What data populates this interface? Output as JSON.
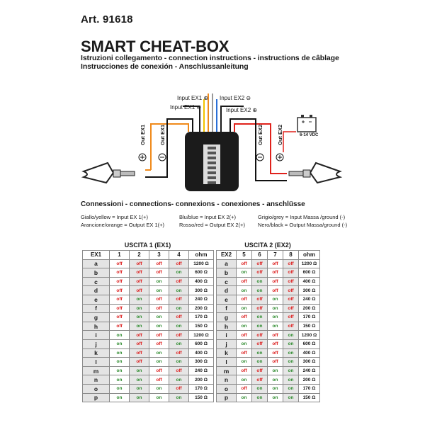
{
  "header": {
    "article": "Art. 91618",
    "title": "SMART CHEAT-BOX",
    "subtitle_1": "Istruzioni collegamento - connection instructions - instructions de câblage",
    "subtitle_2": "Instrucciones de conexión - Anschlussanleitung"
  },
  "diagram": {
    "input_ex1_plus": "Input EX1",
    "input_ex1_minus": "Input EX1",
    "input_ex2_minus": "Input EX2",
    "input_ex2_plus": "Input EX2",
    "out_ex1_a": "Out EX1",
    "out_ex1_b": "Out EX1",
    "out_ex2_a": "Out EX2",
    "out_ex2_b": "Out EX2",
    "plus": "⊕",
    "minus": "⊖",
    "battery_label": "6-14 VDC"
  },
  "connections": {
    "title": "Connessioni - connections- connexions - conexiones - anschlüsse",
    "col1": [
      "Giallo/yellow = Input EX 1(+)",
      "Arancione/orange = Output EX 1(+)"
    ],
    "col2": [
      "Blu/blue = Input EX 2(+)",
      "Rosso/red = Output EX 2(+)"
    ],
    "col3": [
      "Grigio/grey = Input Massa /ground (-)",
      "Nero/black = Output Massa/ground (-)"
    ]
  },
  "table1": {
    "title": "USCITA 1 (EX1)",
    "headers": [
      "EX1",
      "1",
      "2",
      "3",
      "4",
      "ohm"
    ],
    "rows": [
      [
        "a",
        "off",
        "off",
        "off",
        "off",
        "1200 Ω"
      ],
      [
        "b",
        "off",
        "off",
        "off",
        "on",
        "600 Ω"
      ],
      [
        "c",
        "off",
        "off",
        "on",
        "off",
        "400 Ω"
      ],
      [
        "d",
        "off",
        "off",
        "on",
        "on",
        "300 Ω"
      ],
      [
        "e",
        "off",
        "on",
        "off",
        "off",
        "240 Ω"
      ],
      [
        "f",
        "off",
        "on",
        "off",
        "on",
        "200 Ω"
      ],
      [
        "g",
        "off",
        "on",
        "on",
        "off",
        "170 Ω"
      ],
      [
        "h",
        "off",
        "on",
        "on",
        "on",
        "150 Ω"
      ],
      [
        "i",
        "on",
        "off",
        "off",
        "off",
        "1200 Ω"
      ],
      [
        "j",
        "on",
        "off",
        "off",
        "on",
        "600 Ω"
      ],
      [
        "k",
        "on",
        "off",
        "on",
        "off",
        "400 Ω"
      ],
      [
        "l",
        "on",
        "off",
        "on",
        "on",
        "300 Ω"
      ],
      [
        "m",
        "on",
        "on",
        "off",
        "off",
        "240 Ω"
      ],
      [
        "n",
        "on",
        "on",
        "off",
        "on",
        "200 Ω"
      ],
      [
        "o",
        "on",
        "on",
        "on",
        "off",
        "170 Ω"
      ],
      [
        "p",
        "on",
        "on",
        "on",
        "on",
        "150 Ω"
      ]
    ]
  },
  "table2": {
    "title": "USCITA 2 (EX2)",
    "headers": [
      "EX2",
      "5",
      "6",
      "7",
      "8",
      "ohm"
    ],
    "rows": [
      [
        "a",
        "off",
        "off",
        "off",
        "off",
        "1200 Ω"
      ],
      [
        "b",
        "on",
        "off",
        "off",
        "off",
        "600 Ω"
      ],
      [
        "c",
        "off",
        "on",
        "off",
        "off",
        "400 Ω"
      ],
      [
        "d",
        "on",
        "on",
        "off",
        "off",
        "300 Ω"
      ],
      [
        "e",
        "off",
        "off",
        "on",
        "off",
        "240 Ω"
      ],
      [
        "f",
        "on",
        "off",
        "on",
        "off",
        "200 Ω"
      ],
      [
        "g",
        "off",
        "on",
        "on",
        "off",
        "170 Ω"
      ],
      [
        "h",
        "on",
        "on",
        "on",
        "off",
        "150 Ω"
      ],
      [
        "i",
        "off",
        "off",
        "off",
        "on",
        "1200 Ω"
      ],
      [
        "j",
        "on",
        "off",
        "off",
        "on",
        "600 Ω"
      ],
      [
        "k",
        "off",
        "on",
        "off",
        "on",
        "400 Ω"
      ],
      [
        "l",
        "on",
        "on",
        "off",
        "on",
        "300 Ω"
      ],
      [
        "m",
        "off",
        "off",
        "on",
        "on",
        "240 Ω"
      ],
      [
        "n",
        "on",
        "off",
        "on",
        "on",
        "200 Ω"
      ],
      [
        "o",
        "off",
        "on",
        "on",
        "on",
        "170 Ω"
      ],
      [
        "p",
        "on",
        "on",
        "on",
        "on",
        "150 Ω"
      ]
    ]
  },
  "colors": {
    "on": "#2e8b2e",
    "off": "#dd2222",
    "wire_yellow": "#f2c200",
    "wire_orange": "#f08a1a",
    "wire_blue": "#2a6fd6",
    "wire_red": "#e0221c",
    "wire_grey": "#9a9a9a",
    "wire_black": "#111111"
  }
}
